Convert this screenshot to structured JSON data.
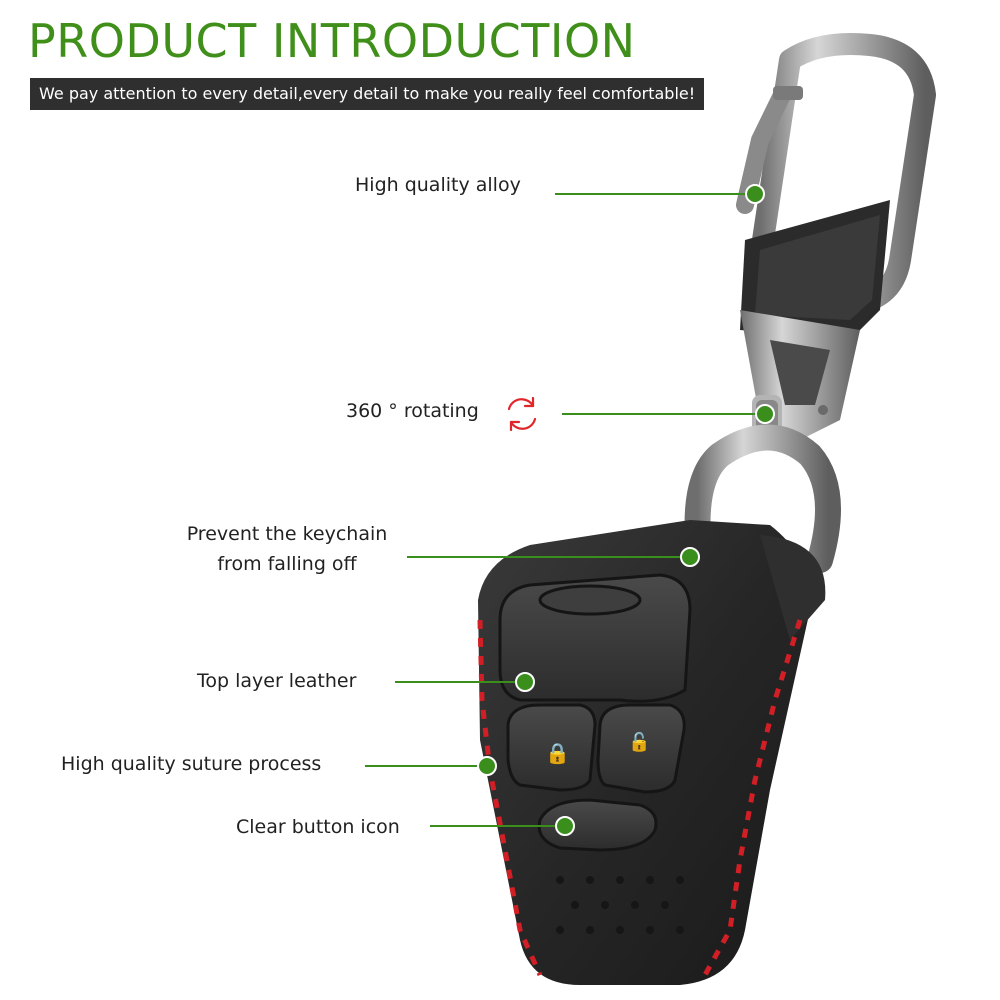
{
  "header": {
    "title": "PRODUCT INTRODUCTION",
    "subtitle": "We pay attention to every detail,every detail to make you really feel comfortable!"
  },
  "features": [
    {
      "label": "High quality alloy"
    },
    {
      "label": "360 ° rotating",
      "icon": "rotate-icon"
    },
    {
      "label_line1": "Prevent the keychain",
      "label_line2": "from falling off"
    },
    {
      "label": "Top layer leather"
    },
    {
      "label": "High quality suture process"
    },
    {
      "label": "Clear button icon"
    }
  ],
  "colors": {
    "accent_green": "#3f8f1a",
    "dot_green": "#3a8f1c",
    "stitch_red": "#d21f26",
    "leather": "#2a2a2a",
    "metal": "#9a9a9a"
  }
}
